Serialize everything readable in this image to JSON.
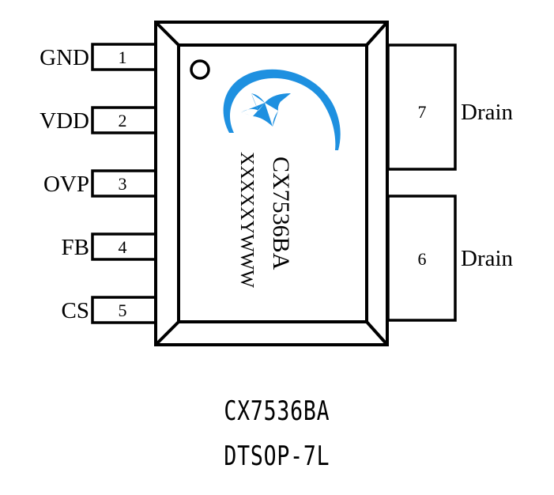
{
  "package": {
    "part_number": "CX7536BA",
    "package_name": "DTSOP-7L",
    "marking_line1": "CX7536BA",
    "marking_line2": "XXXXXYWWW",
    "logo_color": "#1e90e0",
    "pin1_indicator": "circle-dot"
  },
  "pins_left": [
    {
      "number": "1",
      "name": "GND"
    },
    {
      "number": "2",
      "name": "VDD"
    },
    {
      "number": "3",
      "name": "OVP"
    },
    {
      "number": "4",
      "name": "FB"
    },
    {
      "number": "5",
      "name": "CS"
    }
  ],
  "pins_right": [
    {
      "number": "7",
      "name": "Drain"
    },
    {
      "number": "6",
      "name": "Drain"
    }
  ],
  "caption": {
    "line1": "CX7536BA",
    "line2": "DTSOP-7L"
  }
}
